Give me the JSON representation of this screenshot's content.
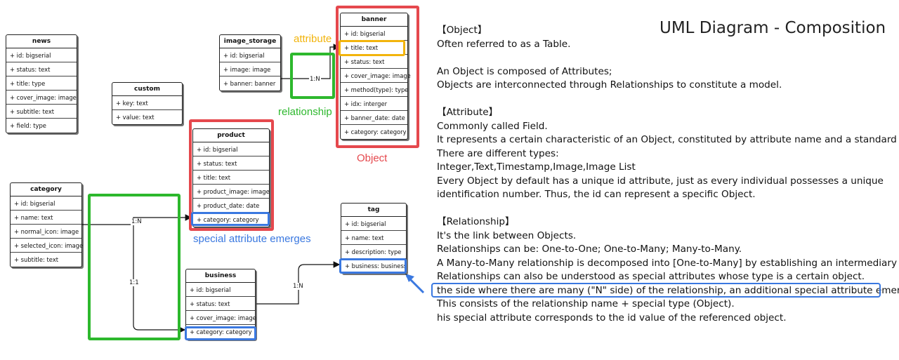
{
  "title": "UML Diagram - Composition",
  "colors": {
    "object": "#e5484d",
    "attribute": "#f2b40c",
    "relationship": "#2db82d",
    "special": "#3a78e0"
  },
  "tables": {
    "news": {
      "name": "news",
      "rows": [
        "+ id: bigserial",
        "+ status: text",
        "+ title: type",
        "+ cover_image: image",
        "+ subtitle: text",
        "+ field: type"
      ]
    },
    "custom": {
      "name": "custom",
      "rows": [
        "+ key: text",
        "+ value: text"
      ]
    },
    "image_storage": {
      "name": "image_storage",
      "rows": [
        "+ id: bigserial",
        "+ image: image",
        "+ banner: banner"
      ]
    },
    "banner": {
      "name": "banner",
      "rows": [
        "+ id: bigserial",
        "+ title: text",
        "+ status: text",
        "+ cover_image: image",
        "+ method(type): type",
        "+ idx: interger",
        "+ banner_date: date",
        "+ category: category"
      ]
    },
    "product": {
      "name": "product",
      "rows": [
        "+ id: bigserial",
        "+ status: text",
        "+ title: text",
        "+ product_image: image",
        "+ product_date: date",
        "+ category: category"
      ]
    },
    "category": {
      "name": "category",
      "rows": [
        "+ id: bigserial",
        "+ name: text",
        "+ normal_icon: image",
        "+ selected_icon: image",
        "+ subtitle: text"
      ]
    },
    "tag": {
      "name": "tag",
      "rows": [
        "+ id: bigserial",
        "+ name: text",
        "+ description: type",
        "+ business: business"
      ]
    },
    "business": {
      "name": "business",
      "rows": [
        "+ id: bigserial",
        "+ status: text",
        "+ cover_image: image",
        "+ category: category"
      ]
    }
  },
  "labels": {
    "attribute": "attribute",
    "relationship": "relationship",
    "object": "Object",
    "special": "special attribute emerges"
  },
  "relations": {
    "img_banner": "1:N",
    "cat_product": "1:N",
    "cat_business": "1:1",
    "business_tag": "1:N"
  },
  "description": [
    "【Object】",
    "Often referred to as a Table.",
    "",
    "An Object is composed of Attributes;",
    "Objects are interconnected through Relationships to constitute a model.",
    "",
    "【Attribute】",
    "Commonly called Field.",
    "It represents a certain characteristic of an Object, constituted by attribute name and a standard type.",
    "There are different types:",
    "Integer,Text,Timestamp,Image,Image List",
    "Every Object by default has a unique id attribute, just as every individual possesses a unique",
    "identification number. Thus, the id can represent a specific Object.",
    "",
    "【Relationship】",
    "It's the link between Objects.",
    "Relationships can be: One-to-One; One-to-Many; Many-to-Many.",
    "A Many-to-Many relationship is decomposed into [One-to-Many] by establishing an intermediary table.",
    "Relationships can also be understood as special attributes whose type is a certain object.",
    "the side where there are many (\"N\" side) of the relationship, an additional special attribute emerges.",
    "This consists of the relationship name + special type (Object).",
    "his special attribute corresponds to the id value of the referenced object."
  ]
}
